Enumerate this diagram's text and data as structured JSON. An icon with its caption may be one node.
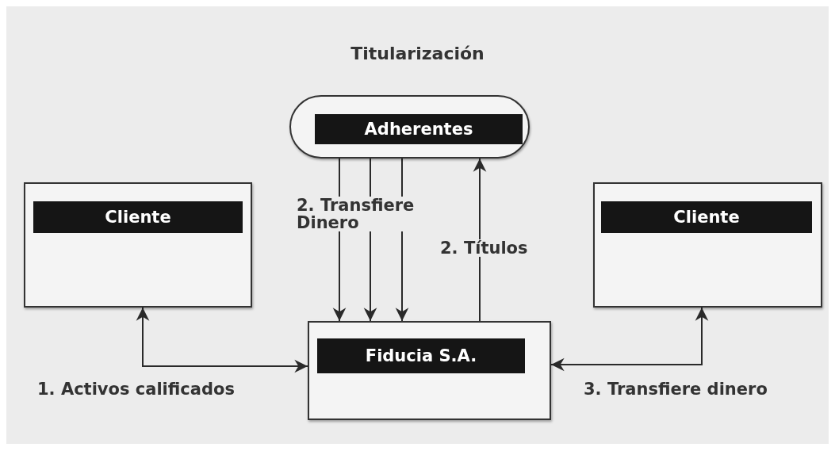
{
  "diagram": {
    "title": "Titularización",
    "nodes": [
      {
        "text": [
          "Adherentes"
        ]
      },
      {
        "text": [
          "Cliente"
        ]
      },
      {
        "text": [
          "Cliente"
        ]
      },
      {
        "text": [
          "Fiducia S.A."
        ]
      }
    ],
    "edges": [
      {
        "from": 0,
        "to": 3,
        "arrow": "to",
        "label": "2. Transfiere Dinero"
      },
      {
        "from": 0,
        "to": 3,
        "arrow": "to"
      },
      {
        "from": 0,
        "to": 3,
        "arrow": "to"
      },
      {
        "from": 3,
        "to": 0,
        "arrow": "to",
        "label": "2. Títulos"
      },
      {
        "from": 1,
        "to": 3,
        "arrow": "both",
        "label": "1. Activos calificados"
      },
      {
        "from": 2,
        "to": 3,
        "arrow": "both",
        "label": "3. Transfiere dinero"
      }
    ]
  }
}
